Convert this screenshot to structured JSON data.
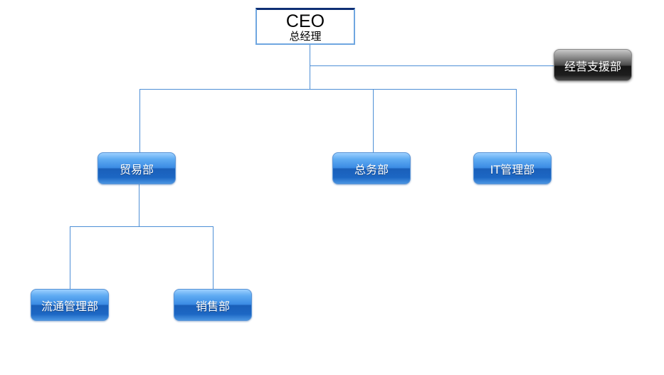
{
  "ceo": {
    "title": "CEO",
    "subtitle": "总经理"
  },
  "nodes": {
    "support": "经营支援部",
    "trade": "贸易部",
    "general_affairs": "总务部",
    "it": "IT管理部",
    "distribution": "流通管理部",
    "sales": "销售部"
  },
  "colors": {
    "connector": "#4e8fd6",
    "ceo_border_top": "#0f2f74",
    "ceo_border": "#6fa6e0",
    "node_blue": "#2e7fd8",
    "node_dark": "#1d1d1d",
    "node_text": "#ffffff"
  }
}
